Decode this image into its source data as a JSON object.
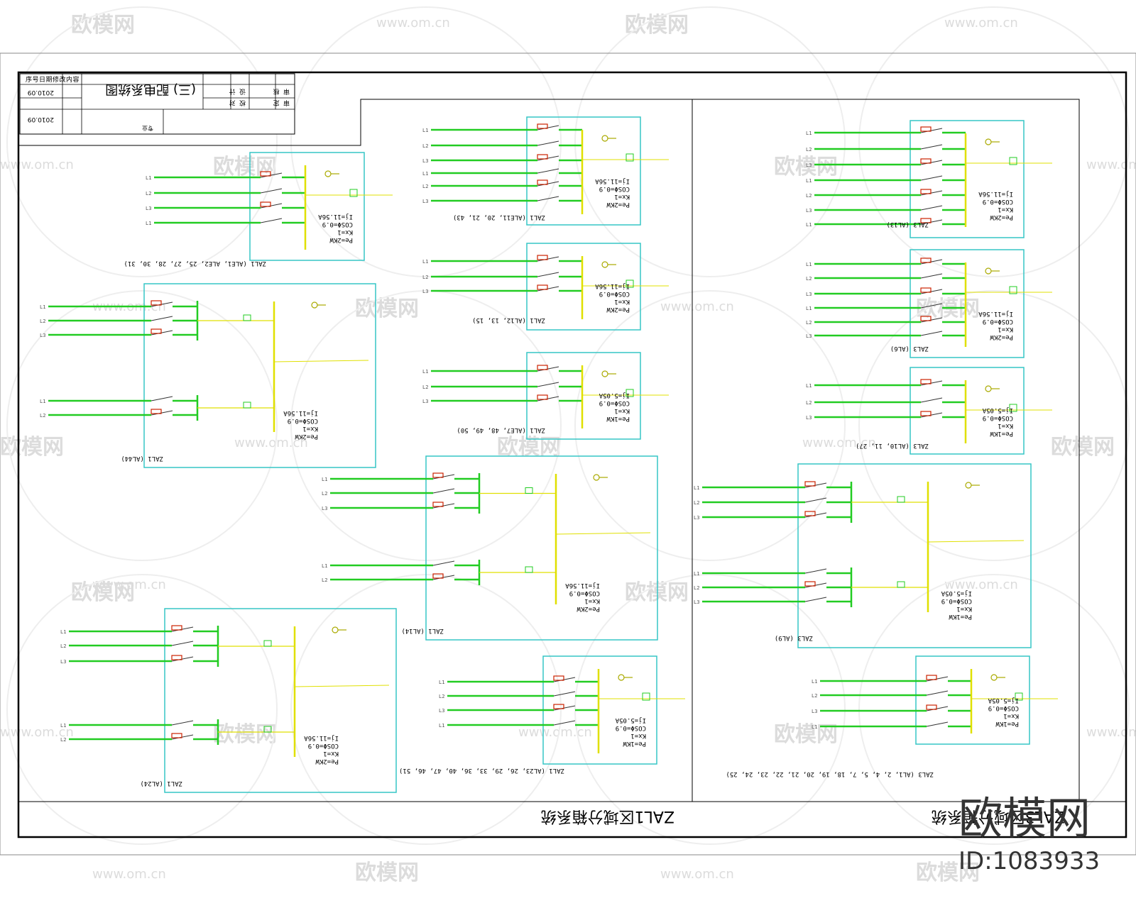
{
  "title_block": {
    "drawing_title": "(三) 配电系统图",
    "header_cells": [
      "序",
      "号",
      "日",
      "期",
      "修",
      "改",
      "内",
      "容"
    ],
    "date_1": "2010.09",
    "date_2": "2010.09",
    "label_stamp": "专业",
    "sign_cells": [
      "设 计",
      "校 对",
      "审 核",
      "审 定"
    ]
  },
  "captions": {
    "left_section": "ZAL1区域分箱系统",
    "right_section": "ZAL3区域分箱系统"
  },
  "panels_left": [
    {
      "label": "ZAL1 (ALE1, ALE2, 25, 27, 28, 30, 31)",
      "params": [
        "Pe=2KW",
        "Kx=1",
        "COSΦ=0.9",
        "Ij=11.56A"
      ]
    },
    {
      "label": "ZAL1 (ALE11, 20, 21, 43)",
      "params": [
        "Pe=2KW",
        "Kx=1",
        "COSΦ=0.9",
        "Ij=11.56A"
      ]
    },
    {
      "label": "ZAL1 (AL12, 13, 15)",
      "params": [
        "Pe=2KW",
        "Kx=1",
        "COSΦ=0.9",
        "Ij=11.56A"
      ]
    },
    {
      "label": "ZAL1 (AL44)",
      "params": [
        "Pe=2KW",
        "Kx=1",
        "COSΦ=0.9",
        "Ij=11.56A"
      ]
    },
    {
      "label": "ZAL1 (ALE7, 48, 49, 50)",
      "params": [
        "Pe=1KW",
        "Kx=1",
        "COSΦ=0.9",
        "Ij=5.05A"
      ]
    },
    {
      "label": "ZAL1 (AL14)",
      "params": [
        "Pe=2KW",
        "Kx=1",
        "COSΦ=0.9",
        "Ij=11.56A"
      ]
    },
    {
      "label": "ZAL1 (AL24)",
      "params": [
        "Pe=2KW",
        "Kx=1",
        "COSΦ=0.9",
        "Ij=11.56A"
      ]
    },
    {
      "label": "ZAL1 (AL23, 26, 29, 33, 36, 40, 47, 46, 51)",
      "params": [
        "Pe=1KW",
        "Kx=1",
        "COSΦ=0.9",
        "Ij=5.05A"
      ]
    }
  ],
  "panels_right": [
    {
      "label": "ZAL3 (AL13)",
      "params": [
        "Pe=2KW",
        "Kx=1",
        "COSΦ=0.9",
        "Ij=11.56A"
      ]
    },
    {
      "label": "ZAL3 (AL6)",
      "params": [
        "Pe=2KW",
        "Kx=1",
        "COSΦ=0.9",
        "Ij=11.56A"
      ]
    },
    {
      "label": "ZAL3 (AL10, 11, 27)",
      "params": [
        "Pe=1KW",
        "Kx=1",
        "COSΦ=0.9",
        "Ij=5.05A"
      ]
    },
    {
      "label": "ZAL3 (AL9)",
      "params": [
        "Pe=1KW",
        "Kx=1",
        "COSΦ=0.9",
        "Ij=5.05A"
      ]
    },
    {
      "label": "ZAL3 (AL1, 2, 4, 5, 7, 18, 19, 20, 21, 22, 23, 24, 25)",
      "params": [
        "Pe=1KW",
        "Kx=1",
        "COSΦ=0.9",
        "Ij=5.05A"
      ]
    }
  ],
  "watermark": {
    "brand": "欧模网",
    "url": "www.om.cn",
    "id": "ID:1083933"
  },
  "colors": {
    "panel_border": "#36c6c6",
    "circuit_line": "#22cc22",
    "busbar": "#e0e000",
    "breaker": "#cc2200",
    "frame": "#000000"
  }
}
